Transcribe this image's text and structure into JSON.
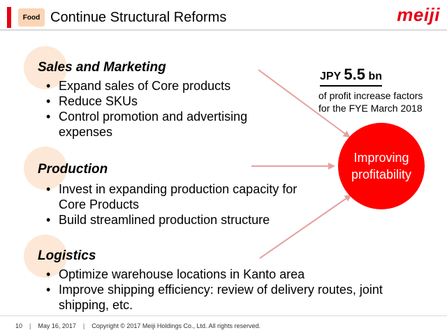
{
  "header": {
    "tag": "Food",
    "title": "Continue Structural Reforms",
    "logo": "meiji"
  },
  "sections": [
    {
      "title": "Sales and Marketing",
      "items": [
        "Expand sales of Core products",
        "Reduce SKUs",
        "Control promotion and advertising expenses"
      ]
    },
    {
      "title": "Production",
      "items": [
        "Invest in expanding production capacity for Core Products",
        "Build streamlined production structure"
      ]
    },
    {
      "title": "Logistics",
      "items": [
        "Optimize warehouse locations in Kanto area",
        "Improve shipping efficiency: review of delivery routes, joint shipping, etc."
      ]
    }
  ],
  "profit": {
    "currency": "JPY",
    "amount": "5.5",
    "unit": "bn",
    "line1": "of profit increase factors",
    "line2": "for the FYE March 2018"
  },
  "circle": {
    "line1": "Improving",
    "line2": "profitability"
  },
  "footer": {
    "page": "10",
    "date": "May 16, 2017",
    "copyright": "Copyright © 2017 Meiji Holdings Co., Ltd. All rights reserved."
  },
  "colors": {
    "brand": "#e60012",
    "circle": "#ff0000",
    "arrow": "#e6a0a0",
    "bubble": "#fde5d3"
  }
}
